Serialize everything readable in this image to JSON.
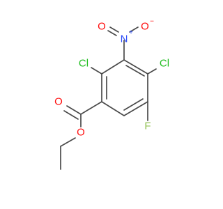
{
  "molecule": {
    "atoms": [
      {
        "id": "o_nitro_left",
        "label": "O",
        "color": "#ff0d0d",
        "charge": ""
      },
      {
        "id": "n_nitro",
        "label": "N",
        "color": "#3050f8",
        "charge": "+"
      },
      {
        "id": "o_nitro_right",
        "label": "O",
        "color": "#ff0d0d",
        "charge": "−"
      },
      {
        "id": "cl_left",
        "label": "Cl",
        "color": "#1fbd1f",
        "charge": ""
      },
      {
        "id": "cl_right",
        "label": "Cl",
        "color": "#1fbd1f",
        "charge": ""
      },
      {
        "id": "o_carbonyl",
        "label": "O",
        "color": "#ff0d0d",
        "charge": ""
      },
      {
        "id": "f",
        "label": "F",
        "color": "#90c050",
        "charge": ""
      },
      {
        "id": "o_ester",
        "label": "O",
        "color": "#ff0d0d",
        "charge": ""
      }
    ],
    "bond_color": "#4a4a4a"
  }
}
